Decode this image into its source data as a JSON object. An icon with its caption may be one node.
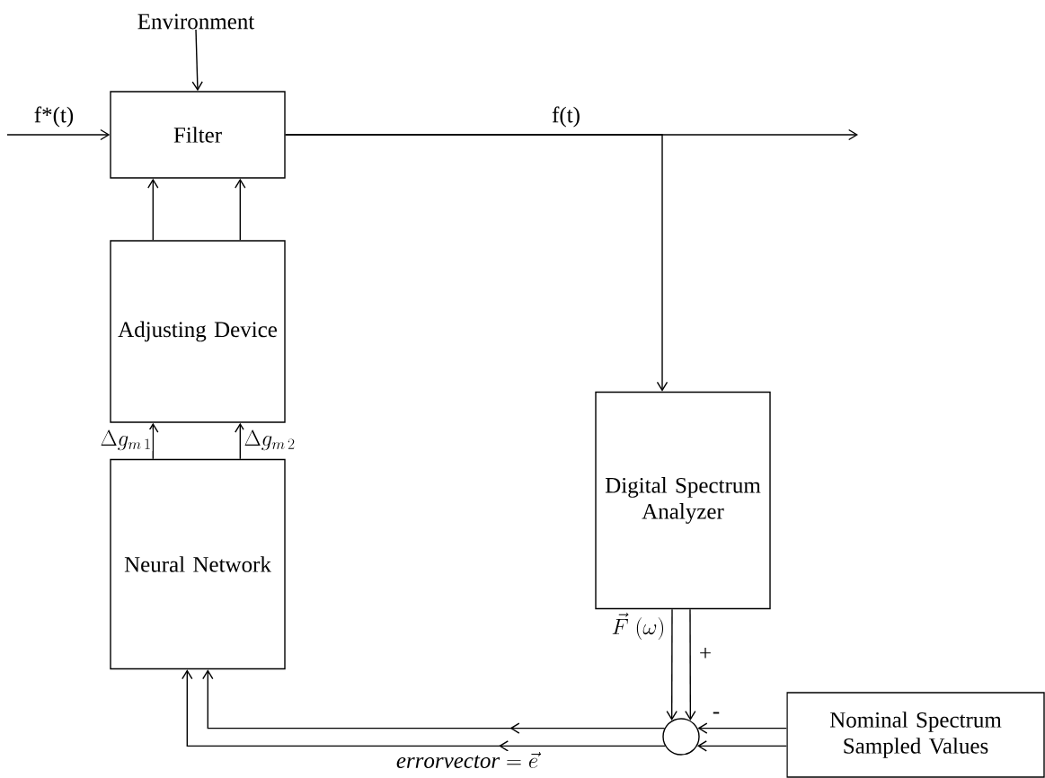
{
  "diagram": {
    "nodes": [
      {
        "text": [
          "Environment"
        ]
      },
      {
        "text": [
          "Filter"
        ]
      },
      {
        "text": [
          "Adjusting Device"
        ]
      },
      {
        "text": [
          "Neural Network"
        ]
      },
      {
        "text": [
          "Digital Spectrum Analyzer"
        ]
      },
      {
        "text": [],
        "shape": "circle"
      },
      {
        "text": [
          "Nominal Spectrum Sampled Values"
        ]
      }
    ],
    "edges": [
      {
        "from": 0,
        "to": 1,
        "arrow": "to"
      },
      {
        "from": null,
        "to": 1,
        "arrow": "to",
        "label": "f*(t)"
      },
      {
        "from": 1,
        "to": null,
        "arrow": "to",
        "label": "f(t)"
      },
      {
        "from": 1,
        "to": 4,
        "arrow": "to"
      },
      {
        "from": 2,
        "to": 1,
        "arrow": "to"
      },
      {
        "from": 2,
        "to": 1,
        "arrow": "to"
      },
      {
        "from": 3,
        "to": 2,
        "arrow": "to",
        "label": "\\Delta g_{m\\,1}"
      },
      {
        "from": 3,
        "to": 2,
        "arrow": "to",
        "label": "\\Delta g_{m\\,2}"
      },
      {
        "from": 4,
        "to": 5,
        "arrow": "to",
        "label": "\\vec{F}\\;(\\omega)"
      },
      {
        "from": 4,
        "to": 5,
        "arrow": "to",
        "label": "+"
      },
      {
        "from": 6,
        "to": 5,
        "arrow": "to",
        "label": "-"
      },
      {
        "from": 6,
        "to": 5,
        "arrow": "to"
      },
      {
        "from": 5,
        "to": 3,
        "arrow": "to"
      },
      {
        "from": 5,
        "to": 3,
        "arrow": "to",
        "label": "\\mathit{errorvector} = \\vec{e}"
      }
    ]
  }
}
